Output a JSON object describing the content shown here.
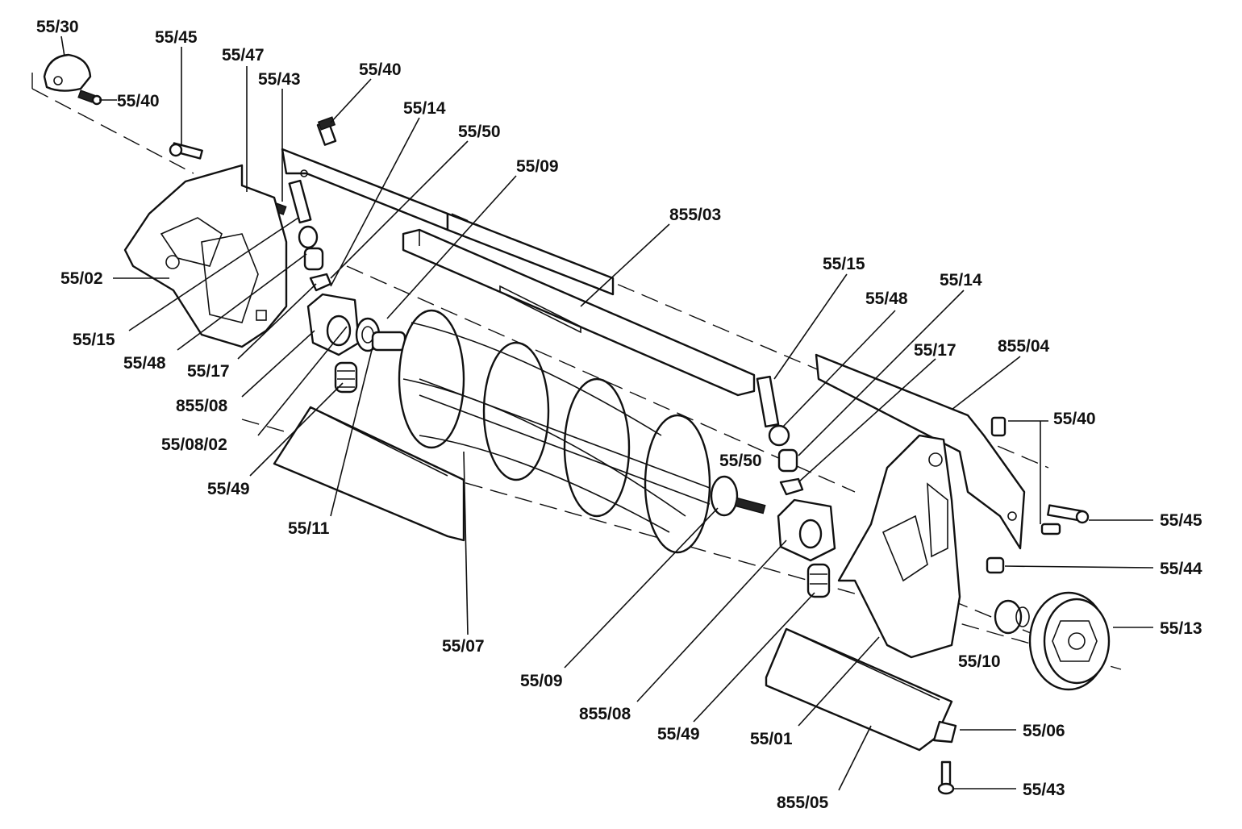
{
  "labels": {
    "l5530": "55/30",
    "l5545a": "55/45",
    "l5547": "55/47",
    "l5543a": "55/43",
    "l5540a": "55/40",
    "l5540b": "55/40",
    "l5514a": "55/14",
    "l5550a": "55/50",
    "l5509a": "55/09",
    "l85503": "855/03",
    "l5502": "55/02",
    "l5515a": "55/15",
    "l5548a": "55/48",
    "l5517a": "55/17",
    "l85508a": "855/08",
    "l550802": "55/08/02",
    "l5549a": "55/49",
    "l5511": "55/11",
    "l5507": "55/07",
    "l5509b": "55/09",
    "l85508b": "855/08",
    "l5549b": "55/49",
    "l5501": "55/01",
    "l85505": "855/05",
    "l5515b": "55/15",
    "l5548b": "55/48",
    "l5514b": "55/14",
    "l5517b": "55/17",
    "l85504": "855/04",
    "l5550b": "55/50",
    "l5540c": "55/40",
    "l5545b": "55/45",
    "l5544": "55/44",
    "l5513": "55/13",
    "l5510": "55/10",
    "l5506": "55/06",
    "l5543b": "55/43"
  }
}
